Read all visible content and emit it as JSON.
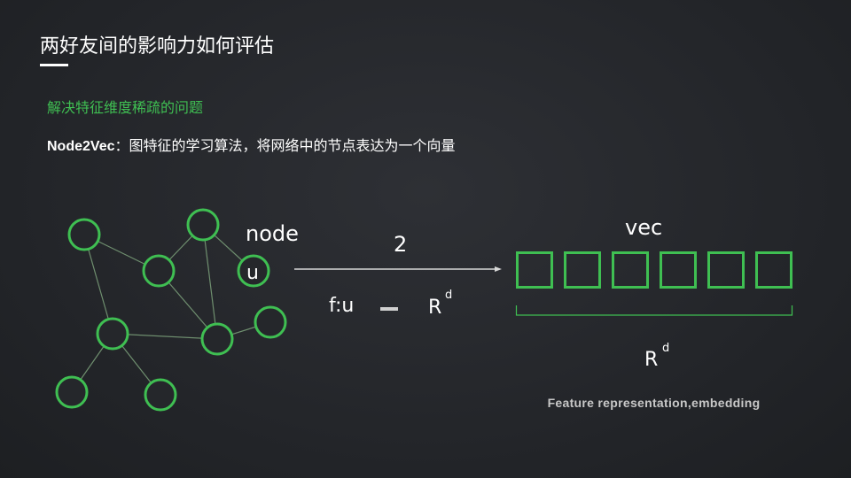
{
  "slide": {
    "title": "两好友间的影响力如何评估",
    "subtitle": "解决特征维度稀疏的问题",
    "description_term": "Node2Vec",
    "description_text": "：图特征的学习算法，将网络中的节点表达为一个向量"
  },
  "diagram": {
    "node_label": "node",
    "u_label": "u",
    "arrow_label": "2",
    "mapping_from": "f:u",
    "mapping_to": "R",
    "mapping_sup": "d",
    "vec_label": "vec",
    "vec_cells": 6,
    "space_label": "R",
    "space_sup": "d",
    "caption": "Feature representation,embedding",
    "accent_color": "#3fbf52"
  }
}
